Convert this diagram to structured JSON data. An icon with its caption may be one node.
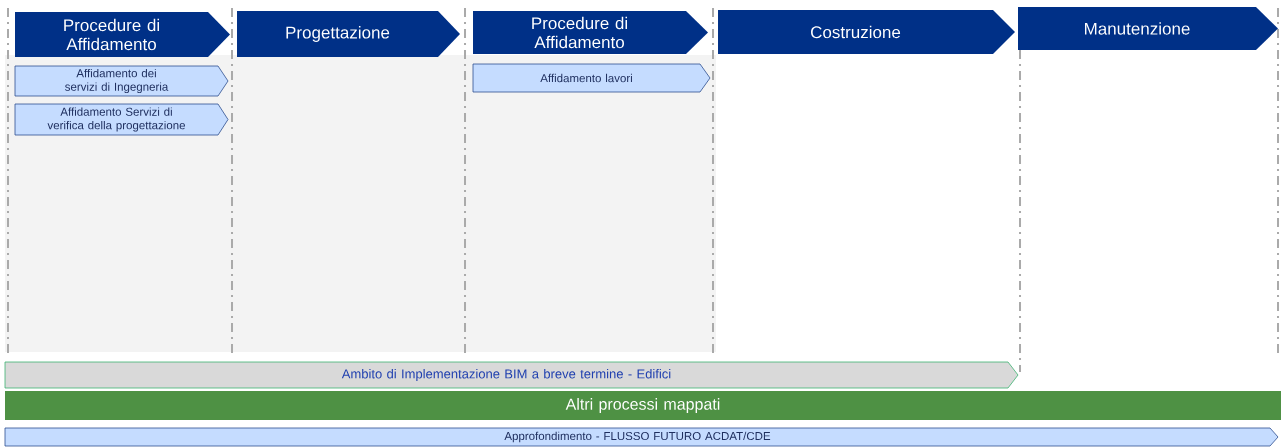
{
  "diagram": {
    "nodes": [
      {
        "text": [
          "Procedure di Affidamento"
        ]
      },
      {
        "text": [
          "Affidamento dei servizi di Ingegneria"
        ]
      },
      {
        "text": [
          "Affidamento Servizi di verifica della progettazione"
        ]
      },
      {
        "text": [
          "Progettazione"
        ]
      },
      {
        "text": [
          "Procedure di Affidamento"
        ]
      },
      {
        "text": [
          "Affidamento lavori"
        ]
      },
      {
        "text": [
          "Costruzione"
        ]
      },
      {
        "text": [
          "Manutenzione"
        ]
      },
      {
        "text": [
          "Ambito di Implementazione BIM a breve termine - Edifici"
        ]
      },
      {
        "text": [
          "Altri processi mappati"
        ]
      },
      {
        "text": [
          "Approfondimento - FLUSSO FUTURO ACDAT/CDE"
        ]
      }
    ]
  }
}
